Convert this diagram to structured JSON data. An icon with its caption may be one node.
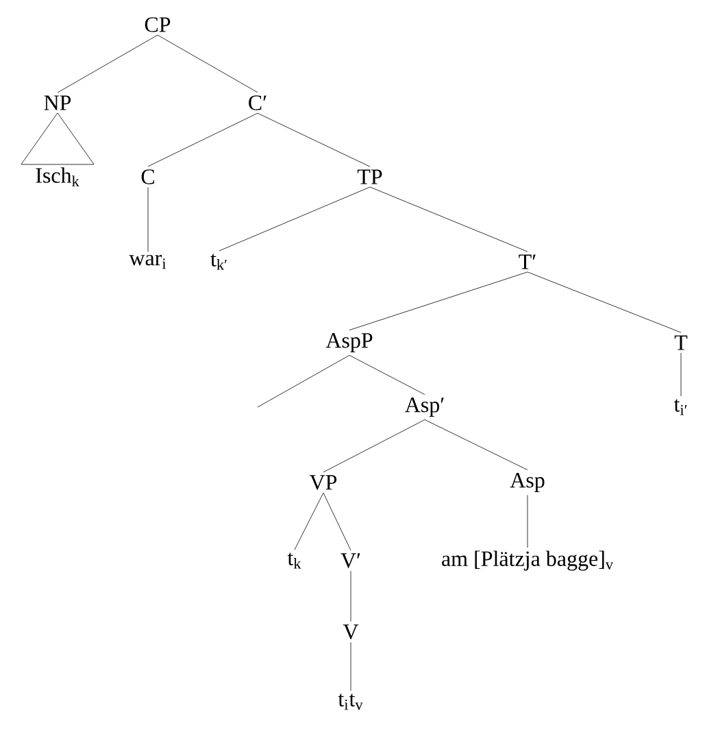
{
  "diagram": {
    "nodes": [
      {
        "text": [
          "CP"
        ]
      },
      {
        "text": [
          "NP"
        ]
      },
      {
        "text": [
          "Isch$_{k}$"
        ]
      },
      {
        "text": [
          "C′"
        ]
      },
      {
        "text": [
          "C"
        ]
      },
      {
        "text": [
          "TP"
        ]
      },
      {
        "text": [
          "war$_{i}$"
        ]
      },
      {
        "text": [
          "t$_{k′}$"
        ]
      },
      {
        "text": [
          "T′"
        ]
      },
      {
        "text": [
          "AspP"
        ]
      },
      {
        "text": [
          "T"
        ]
      },
      {
        "text": [
          "Asp′"
        ]
      },
      {
        "text": [
          "t$_{i′}$"
        ]
      },
      {
        "text": [
          "VP"
        ]
      },
      {
        "text": [
          "Asp"
        ]
      },
      {
        "text": [
          "t$_{k}$"
        ]
      },
      {
        "text": [
          "V′"
        ]
      },
      {
        "text": [
          "am [Plätzja bagge]$_{v}$"
        ]
      },
      {
        "text": [
          "V"
        ]
      },
      {
        "text": [
          "t$_{i}$t$_{v}$"
        ]
      }
    ],
    "edges": [
      {
        "from": 0,
        "to": 1,
        "arrow": "none"
      },
      {
        "from": 0,
        "to": 3,
        "arrow": "none"
      },
      {
        "from": 1,
        "to": 2,
        "arrow": "none"
      },
      {
        "from": 3,
        "to": 4,
        "arrow": "none"
      },
      {
        "from": 3,
        "to": 5,
        "arrow": "none"
      },
      {
        "from": 4,
        "to": 6,
        "arrow": "none"
      },
      {
        "from": 5,
        "to": 7,
        "arrow": "none"
      },
      {
        "from": 5,
        "to": 8,
        "arrow": "none"
      },
      {
        "from": 8,
        "to": 9,
        "arrow": "none"
      },
      {
        "from": 8,
        "to": 10,
        "arrow": "none"
      },
      {
        "from": 9,
        "to": null,
        "arrow": "none"
      },
      {
        "from": 9,
        "to": 11,
        "arrow": "none"
      },
      {
        "from": 10,
        "to": 12,
        "arrow": "none"
      },
      {
        "from": 11,
        "to": 13,
        "arrow": "none"
      },
      {
        "from": 11,
        "to": 14,
        "arrow": "none"
      },
      {
        "from": 13,
        "to": 15,
        "arrow": "none"
      },
      {
        "from": 13,
        "to": 16,
        "arrow": "none"
      },
      {
        "from": 14,
        "to": 17,
        "arrow": "none"
      },
      {
        "from": 16,
        "to": 18,
        "arrow": "none"
      },
      {
        "from": 18,
        "to": 19,
        "arrow": "none"
      }
    ]
  }
}
